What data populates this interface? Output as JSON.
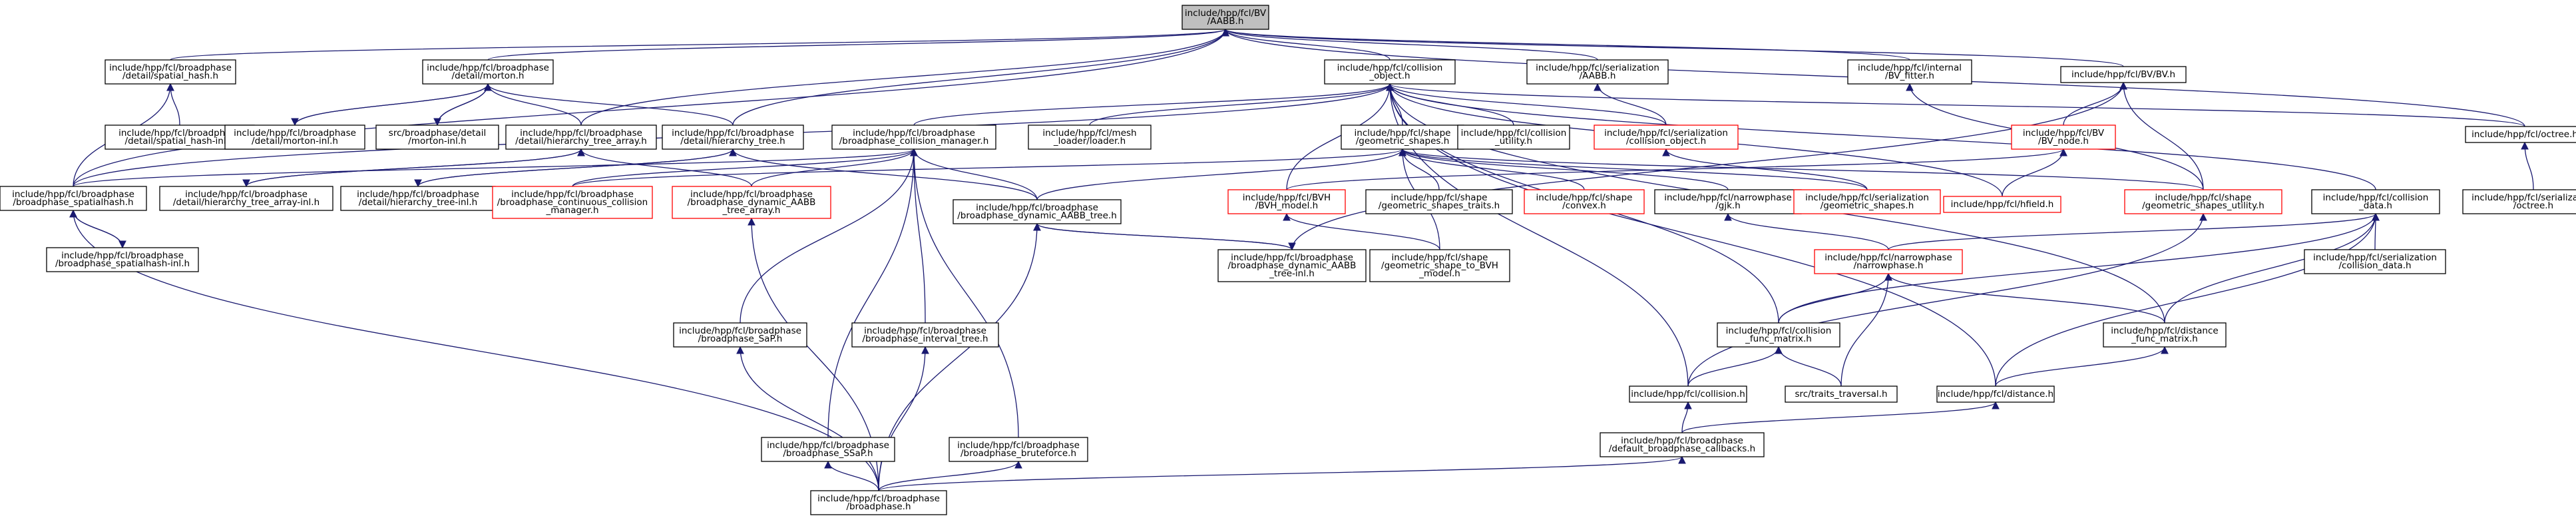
{
  "colors": {
    "edge": "#191970",
    "root_fill": "#bfbfbf",
    "red_border": "#ff0000"
  },
  "graph": {
    "nodes": [
      {
        "id": "root",
        "lines": [
          "include/hpp/fcl/BV",
          "/AABB.h"
        ],
        "kind": "root"
      },
      {
        "id": "spatial_hash",
        "lines": [
          "include/hpp/fcl/broadphase",
          "/detail/spatial_hash.h"
        ]
      },
      {
        "id": "morton",
        "lines": [
          "include/hpp/fcl/broadphase",
          "/detail/morton.h"
        ]
      },
      {
        "id": "coll_obj",
        "lines": [
          "include/hpp/fcl/collision",
          "_object.h"
        ]
      },
      {
        "id": "ser_aabb",
        "lines": [
          "include/hpp/fcl/serialization",
          "/AABB.h"
        ]
      },
      {
        "id": "bv_fitter",
        "lines": [
          "include/hpp/fcl/internal",
          "/BV_fitter.h"
        ]
      },
      {
        "id": "bvh_bv",
        "lines": [
          "include/hpp/fcl/BV/BV.h"
        ]
      },
      {
        "id": "octree",
        "lines": [
          "include/hpp/fcl/octree.h"
        ]
      },
      {
        "id": "spatial_hash_inl",
        "lines": [
          "include/hpp/fcl/broadphase",
          "/detail/spatial_hash-inl.h"
        ]
      },
      {
        "id": "morton_inl",
        "lines": [
          "include/hpp/fcl/broadphase",
          "/detail/morton-inl.h"
        ]
      },
      {
        "id": "src_morton_inl",
        "lines": [
          "src/broadphase/detail",
          "/morton-inl.h"
        ]
      },
      {
        "id": "hier_array",
        "lines": [
          "include/hpp/fcl/broadphase",
          "/detail/hierarchy_tree_array.h"
        ]
      },
      {
        "id": "hier_tree",
        "lines": [
          "include/hpp/fcl/broadphase",
          "/detail/hierarchy_tree.h"
        ]
      },
      {
        "id": "coll_manager",
        "lines": [
          "include/hpp/fcl/broadphase",
          "/broadphase_collision_manager.h"
        ]
      },
      {
        "id": "mesh_loader",
        "lines": [
          "include/hpp/fcl/mesh",
          "_loader/loader.h"
        ]
      },
      {
        "id": "geom_shapes",
        "lines": [
          "include/hpp/fcl/shape",
          "/geometric_shapes.h"
        ]
      },
      {
        "id": "coll_utility",
        "lines": [
          "include/hpp/fcl/collision",
          "_utility.h"
        ]
      },
      {
        "id": "ser_coll_obj",
        "lines": [
          "include/hpp/fcl/serialization",
          "/collision_object.h"
        ],
        "kind": "red"
      },
      {
        "id": "bv_node",
        "lines": [
          "include/hpp/fcl/BV",
          "/BV_node.h"
        ],
        "kind": "red"
      },
      {
        "id": "ser_octree",
        "lines": [
          "include/hpp/fcl/serialization",
          "/octree.h"
        ]
      },
      {
        "id": "bp_spatialhash",
        "lines": [
          "include/hpp/fcl/broadphase",
          "/broadphase_spatialhash.h"
        ]
      },
      {
        "id": "hier_array_inl",
        "lines": [
          "include/hpp/fcl/broadphase",
          "/detail/hierarchy_tree_array-inl.h"
        ]
      },
      {
        "id": "hier_tree_inl",
        "lines": [
          "include/hpp/fcl/broadphase",
          "/detail/hierarchy_tree-inl.h"
        ]
      },
      {
        "id": "bp_continuous",
        "lines": [
          "include/hpp/fcl/broadphase",
          "/broadphase_continuous_collision",
          "_manager.h"
        ],
        "kind": "red"
      },
      {
        "id": "bp_dyn_array",
        "lines": [
          "include/hpp/fcl/broadphase",
          "/broadphase_dynamic_AABB",
          "_tree_array.h"
        ],
        "kind": "red"
      },
      {
        "id": "bp_dyn_tree",
        "lines": [
          "include/hpp/fcl/broadphase",
          "/broadphase_dynamic_AABB_tree.h"
        ]
      },
      {
        "id": "bvh_model",
        "lines": [
          "include/hpp/fcl/BVH",
          "/BVH_model.h"
        ],
        "kind": "red"
      },
      {
        "id": "shapes_traits",
        "lines": [
          "include/hpp/fcl/shape",
          "/geometric_shapes_traits.h"
        ]
      },
      {
        "id": "convex",
        "lines": [
          "include/hpp/fcl/shape",
          "/convex.h"
        ],
        "kind": "red"
      },
      {
        "id": "gjk",
        "lines": [
          "include/hpp/fcl/narrowphase",
          "/gjk.h"
        ]
      },
      {
        "id": "ser_geom",
        "lines": [
          "include/hpp/fcl/serialization",
          "/geometric_shapes.h"
        ],
        "kind": "red"
      },
      {
        "id": "hfield",
        "lines": [
          "include/hpp/fcl/hfield.h"
        ],
        "kind": "red"
      },
      {
        "id": "shapes_utility",
        "lines": [
          "include/hpp/fcl/shape",
          "/geometric_shapes_utility.h"
        ],
        "kind": "red"
      },
      {
        "id": "coll_data",
        "lines": [
          "include/hpp/fcl/collision",
          "_data.h"
        ]
      },
      {
        "id": "bp_spatialhash_inl",
        "lines": [
          "include/hpp/fcl/broadphase",
          "/broadphase_spatialhash-inl.h"
        ]
      },
      {
        "id": "bp_dyn_tree_inl",
        "lines": [
          "include/hpp/fcl/broadphase",
          "/broadphase_dynamic_AABB",
          "_tree-inl.h"
        ]
      },
      {
        "id": "shape_to_bvh",
        "lines": [
          "include/hpp/fcl/shape",
          "/geometric_shape_to_BVH",
          "_model.h"
        ]
      },
      {
        "id": "narrowphase",
        "lines": [
          "include/hpp/fcl/narrowphase",
          "/narrowphase.h"
        ],
        "kind": "red"
      },
      {
        "id": "ser_coll_data",
        "lines": [
          "include/hpp/fcl/serialization",
          "/collision_data.h"
        ]
      },
      {
        "id": "bp_sap",
        "lines": [
          "include/hpp/fcl/broadphase",
          "/broadphase_SaP.h"
        ]
      },
      {
        "id": "bp_interval",
        "lines": [
          "include/hpp/fcl/broadphase",
          "/broadphase_interval_tree.h"
        ]
      },
      {
        "id": "coll_func_matrix",
        "lines": [
          "include/hpp/fcl/collision",
          "_func_matrix.h"
        ]
      },
      {
        "id": "dist_func_matrix",
        "lines": [
          "include/hpp/fcl/distance",
          "_func_matrix.h"
        ]
      },
      {
        "id": "collision_h",
        "lines": [
          "include/hpp/fcl/collision.h"
        ]
      },
      {
        "id": "traits_trav",
        "lines": [
          "src/traits_traversal.h"
        ]
      },
      {
        "id": "distance_h",
        "lines": [
          "include/hpp/fcl/distance.h"
        ]
      },
      {
        "id": "bp_ssap",
        "lines": [
          "include/hpp/fcl/broadphase",
          "/broadphase_SSaP.h"
        ]
      },
      {
        "id": "bp_brute",
        "lines": [
          "include/hpp/fcl/broadphase",
          "/broadphase_bruteforce.h"
        ]
      },
      {
        "id": "default_cb",
        "lines": [
          "include/hpp/fcl/broadphase",
          "/default_broadphase_callbacks.h"
        ]
      },
      {
        "id": "broadphase_h",
        "lines": [
          "include/hpp/fcl/broadphase",
          "/broadphase.h"
        ]
      }
    ],
    "edges": [
      [
        "spatial_hash",
        "root"
      ],
      [
        "morton",
        "root"
      ],
      [
        "coll_obj",
        "root"
      ],
      [
        "ser_aabb",
        "root"
      ],
      [
        "bv_fitter",
        "root"
      ],
      [
        "bvh_bv",
        "root"
      ],
      [
        "octree",
        "root"
      ],
      [
        "bp_spatialhash",
        "root"
      ],
      [
        "hier_array",
        "root"
      ],
      [
        "hier_tree",
        "root"
      ],
      [
        "spatial_hash_inl",
        "spatial_hash"
      ],
      [
        "bp_spatialhash",
        "spatial_hash"
      ],
      [
        "morton_inl",
        "morton"
      ],
      [
        "src_morton_inl",
        "morton"
      ],
      [
        "hier_array",
        "morton"
      ],
      [
        "hier_tree",
        "morton"
      ],
      [
        "morton",
        "morton_inl"
      ],
      [
        "morton",
        "src_morton_inl"
      ],
      [
        "coll_manager",
        "coll_obj"
      ],
      [
        "mesh_loader",
        "coll_obj"
      ],
      [
        "geom_shapes",
        "coll_obj"
      ],
      [
        "coll_utility",
        "coll_obj"
      ],
      [
        "ser_coll_obj",
        "coll_obj"
      ],
      [
        "bvh_model",
        "coll_obj"
      ],
      [
        "coll_data",
        "coll_obj"
      ],
      [
        "hfield",
        "coll_obj"
      ],
      [
        "octree",
        "coll_obj"
      ],
      [
        "coll_func_matrix",
        "coll_obj"
      ],
      [
        "collision_h",
        "coll_obj"
      ],
      [
        "distance_h",
        "coll_obj"
      ],
      [
        "dist_func_matrix",
        "coll_obj"
      ],
      [
        "bp_spatialhash",
        "coll_obj"
      ],
      [
        "ser_coll_obj",
        "ser_aabb"
      ],
      [
        "shapes_utility",
        "bv_fitter"
      ],
      [
        "bv_node",
        "bvh_bv"
      ],
      [
        "shapes_utility",
        "bvh_bv"
      ],
      [
        "bp_dyn_tree_inl",
        "bvh_bv"
      ],
      [
        "hfield",
        "bv_node"
      ],
      [
        "bvh_model",
        "bv_node"
      ],
      [
        "ser_octree",
        "octree"
      ],
      [
        "hier_array_inl",
        "hier_array"
      ],
      [
        "bp_dyn_array",
        "hier_array"
      ],
      [
        "hier_tree_inl",
        "hier_tree"
      ],
      [
        "bp_dyn_tree",
        "hier_tree"
      ],
      [
        "hier_array",
        "hier_array_inl"
      ],
      [
        "hier_tree",
        "hier_tree_inl"
      ],
      [
        "bp_spatialhash",
        "coll_manager"
      ],
      [
        "bp_continuous",
        "coll_manager"
      ],
      [
        "bp_dyn_array",
        "coll_manager"
      ],
      [
        "bp_dyn_tree",
        "coll_manager"
      ],
      [
        "bp_sap",
        "coll_manager"
      ],
      [
        "bp_interval",
        "coll_manager"
      ],
      [
        "bp_ssap",
        "coll_manager"
      ],
      [
        "bp_brute",
        "coll_manager"
      ],
      [
        "bp_continuous",
        "geom_shapes"
      ],
      [
        "shapes_traits",
        "geom_shapes"
      ],
      [
        "convex",
        "geom_shapes"
      ],
      [
        "gjk",
        "geom_shapes"
      ],
      [
        "ser_geom",
        "geom_shapes"
      ],
      [
        "shapes_utility",
        "geom_shapes"
      ],
      [
        "shape_to_bvh",
        "geom_shapes"
      ],
      [
        "bp_dyn_tree",
        "geom_shapes"
      ],
      [
        "ser_geom",
        "ser_coll_obj"
      ],
      [
        "shape_to_bvh",
        "bvh_model"
      ],
      [
        "narrowphase",
        "gjk"
      ],
      [
        "bp_spatialhash_inl",
        "bp_spatialhash"
      ],
      [
        "bp_spatialhash",
        "bp_spatialhash_inl"
      ],
      [
        "broadphase_h",
        "bp_spatialhash"
      ],
      [
        "broadphase_h",
        "bp_dyn_array"
      ],
      [
        "bp_dyn_tree_inl",
        "bp_dyn_tree"
      ],
      [
        "bp_dyn_tree",
        "bp_dyn_tree_inl"
      ],
      [
        "broadphase_h",
        "bp_dyn_tree"
      ],
      [
        "narrowphase",
        "coll_data"
      ],
      [
        "ser_coll_data",
        "coll_data"
      ],
      [
        "coll_func_matrix",
        "coll_data"
      ],
      [
        "dist_func_matrix",
        "coll_data"
      ],
      [
        "distance_h",
        "coll_data"
      ],
      [
        "collision_h",
        "shapes_utility"
      ],
      [
        "coll_func_matrix",
        "narrowphase"
      ],
      [
        "dist_func_matrix",
        "narrowphase"
      ],
      [
        "traits_trav",
        "narrowphase"
      ],
      [
        "collision_h",
        "coll_func_matrix"
      ],
      [
        "traits_trav",
        "coll_func_matrix"
      ],
      [
        "distance_h",
        "dist_func_matrix"
      ],
      [
        "default_cb",
        "collision_h"
      ],
      [
        "default_cb",
        "distance_h"
      ],
      [
        "broadphase_h",
        "bp_sap"
      ],
      [
        "broadphase_h",
        "bp_interval"
      ],
      [
        "broadphase_h",
        "bp_ssap"
      ],
      [
        "broadphase_h",
        "bp_brute"
      ],
      [
        "broadphase_h",
        "default_cb"
      ]
    ]
  }
}
